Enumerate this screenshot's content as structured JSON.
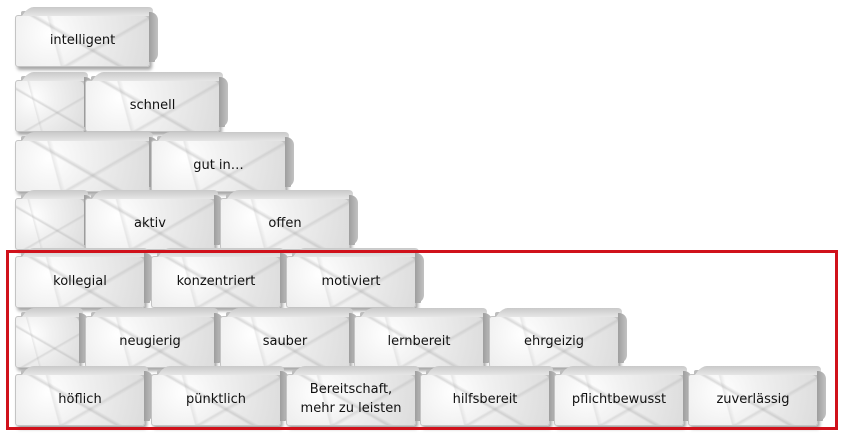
{
  "bricks": [
    {
      "row": 0,
      "col": 0,
      "label": "intelligent"
    },
    {
      "row": 1,
      "col": 0,
      "label": ""
    },
    {
      "row": 1,
      "col": 1,
      "label": "schnell"
    },
    {
      "row": 2,
      "col": 0,
      "label": ""
    },
    {
      "row": 2,
      "col": 1,
      "label": "gut in…"
    },
    {
      "row": 3,
      "col": 0,
      "label": ""
    },
    {
      "row": 3,
      "col": 1,
      "label": "aktiv"
    },
    {
      "row": 3,
      "col": 2,
      "label": "offen"
    },
    {
      "row": 4,
      "col": 0,
      "label": "kollegial"
    },
    {
      "row": 4,
      "col": 1,
      "label": "konzentriert"
    },
    {
      "row": 4,
      "col": 2,
      "label": "motiviert"
    },
    {
      "row": 5,
      "col": 0,
      "label": ""
    },
    {
      "row": 5,
      "col": 1,
      "label": "neugierig"
    },
    {
      "row": 5,
      "col": 2,
      "label": "sauber"
    },
    {
      "row": 5,
      "col": 3,
      "label": "lernbereit"
    },
    {
      "row": 5,
      "col": 4,
      "label": "ehrgeizig"
    },
    {
      "row": 6,
      "col": 0,
      "label": "höflich"
    },
    {
      "row": 6,
      "col": 1,
      "label": "pünktlich"
    },
    {
      "row": 6,
      "col": 2,
      "label": "Bereitschaft, mehr zu leisten"
    },
    {
      "row": 6,
      "col": 3,
      "label": "hilfsbereit"
    },
    {
      "row": 6,
      "col": 4,
      "label": "pflichtbewusst"
    },
    {
      "row": 6,
      "col": 5,
      "label": "zuverlässig"
    }
  ],
  "highlight": {
    "from_row": 4,
    "to_row": 6,
    "color": "#d0111b"
  }
}
